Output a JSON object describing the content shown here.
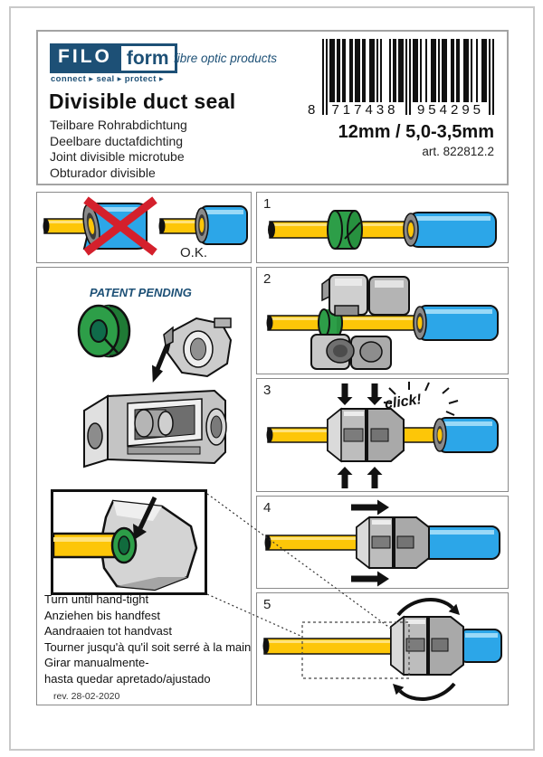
{
  "brand": {
    "filo": "FILO",
    "form": "form",
    "tagline": "connect ▸ seal ▸ protect ▸",
    "products_line": "fibre optic products"
  },
  "header": {
    "title": "Divisible duct seal",
    "subtitles": [
      "Teilbare Rohrabdichtung",
      "Deelbare ductafdichting",
      "Joint divisible microtube",
      "Obturador divisible"
    ]
  },
  "barcode": {
    "prefix_digit": "8",
    "group1": "717438",
    "group2": "954295",
    "pattern": "10101110110110011011101100111010100001011011101010111010010011101011100110110011101001001110101",
    "size_label": "12mm / 5,0-3,5mm",
    "article_label": "art. 822812.2"
  },
  "panels": {
    "ok_label": "O.K.",
    "patent_label": "PATENT PENDING",
    "click_label": "click!"
  },
  "steps": [
    {
      "number": "1"
    },
    {
      "number": "2"
    },
    {
      "number": "3"
    },
    {
      "number": "4"
    },
    {
      "number": "5"
    }
  ],
  "footer": {
    "instructions": [
      "Turn until hand-tight",
      "Anziehen bis handfest",
      "Aandraaien tot handvast",
      "Tourner jusqu'à qu'il soit serré à la main",
      "Girar manualmente-",
      "hasta quedar apretado/ajustado"
    ],
    "revision": "rev. 28-02-2020"
  },
  "colors": {
    "brand_blue": "#1d5076",
    "duct_blue": "#2ca6e8",
    "cable_yellow": "#fdc608",
    "seal_green": "#2d9e48",
    "error_red": "#d4202c"
  }
}
